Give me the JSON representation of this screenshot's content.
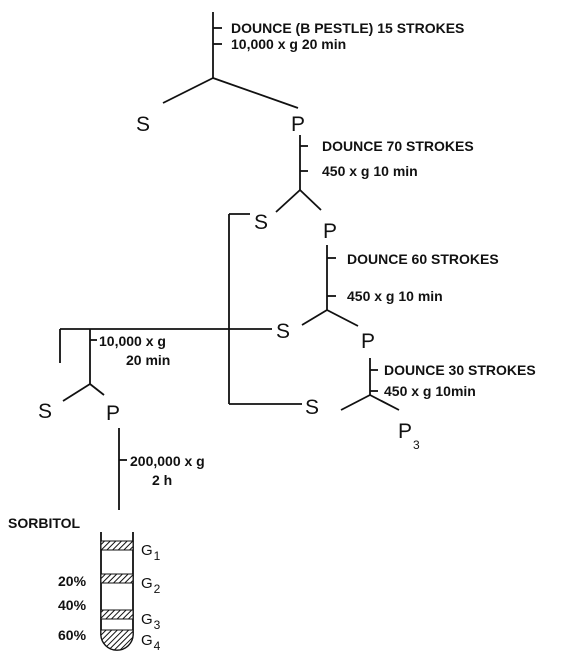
{
  "steps": {
    "s1": {
      "a": "DOUNCE (B PESTLE) 15 STROKES",
      "b": "10,000 x g  20 min"
    },
    "s2": {
      "a": "DOUNCE 70 STROKES",
      "b": "450 x g  10 min"
    },
    "s3": {
      "a": "DOUNCE 60 STROKES",
      "b": "450 x g  10 min"
    },
    "s4": {
      "a": "DOUNCE 30 STROKES",
      "b": "450 x g  10min"
    },
    "s5": {
      "a": "10,000 x g",
      "b": "20 min"
    },
    "s6": {
      "a": "200,000 x g",
      "b": "2 h"
    }
  },
  "fractions": {
    "supernatant": "S",
    "pellet": "P",
    "p3": {
      "letter": "P",
      "sub": "3"
    }
  },
  "gradient": {
    "title": "SORBITOL",
    "percents": [
      "20%",
      "40%",
      "60%"
    ],
    "bands": [
      {
        "letter": "G",
        "sub": "1"
      },
      {
        "letter": "G",
        "sub": "2"
      },
      {
        "letter": "G",
        "sub": "3"
      },
      {
        "letter": "G",
        "sub": "4"
      }
    ]
  }
}
